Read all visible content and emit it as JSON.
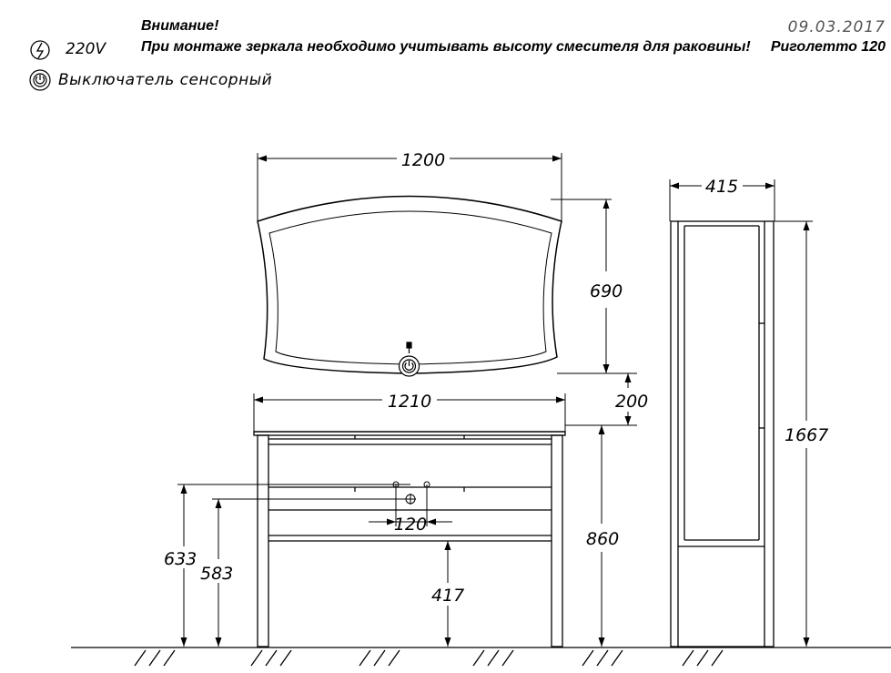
{
  "header": {
    "attention": "Внимание!",
    "warning": "При монтаже зеркала необходимо учитывать высоту смесителя для раковины!",
    "date": "09.03.2017",
    "model": "Риголетто 120",
    "voltage": "220V",
    "sensor_switch": "Выключатель сенсорный"
  },
  "dimensions": {
    "mirror_width": "1200",
    "mirror_height": "690",
    "mirror_gap": "200",
    "vanity_width": "1210",
    "vanity_height": "860",
    "tap_spacing": "120",
    "tap_height_1": "633",
    "tap_height_2": "583",
    "leg_height": "417",
    "cabinet_depth": "415",
    "cabinet_height": "1667"
  }
}
